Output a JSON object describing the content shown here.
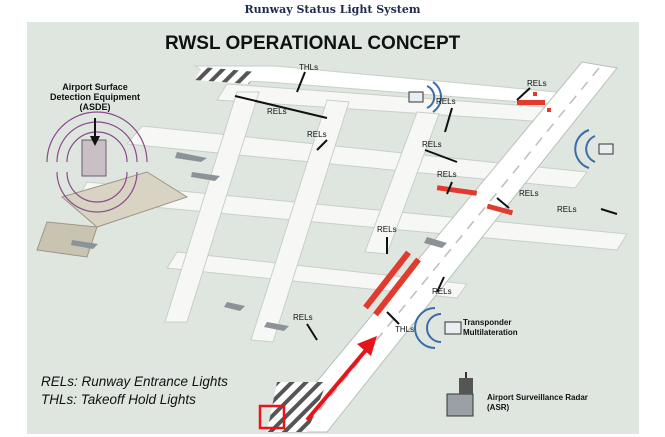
{
  "header": {
    "title": "Runway Status Light System"
  },
  "diagram": {
    "title": "RWSL OPERATIONAL CONCEPT",
    "labels": {
      "asde_line1": "Airport Surface",
      "asde_line2": "Detection Equipment",
      "asde_line3": "(ASDE)",
      "thls": "THLs",
      "rels": "RELs",
      "transponder_line1": "Transponder",
      "transponder_line2": "Multilateration",
      "asr_line1": "Airport Surveillance Radar",
      "asr_line2": "(ASR)"
    },
    "legend": {
      "rels": "RELs: Runway Entrance Lights",
      "thls": "THLs: Takeoff Hold Lights"
    }
  },
  "colors": {
    "background": "#dfe6e0",
    "runway": "#ffffff",
    "grass": "#cbd5cc",
    "light": "#e23b2e",
    "arrow": "#e8141c",
    "header": "#1d2b4f"
  }
}
